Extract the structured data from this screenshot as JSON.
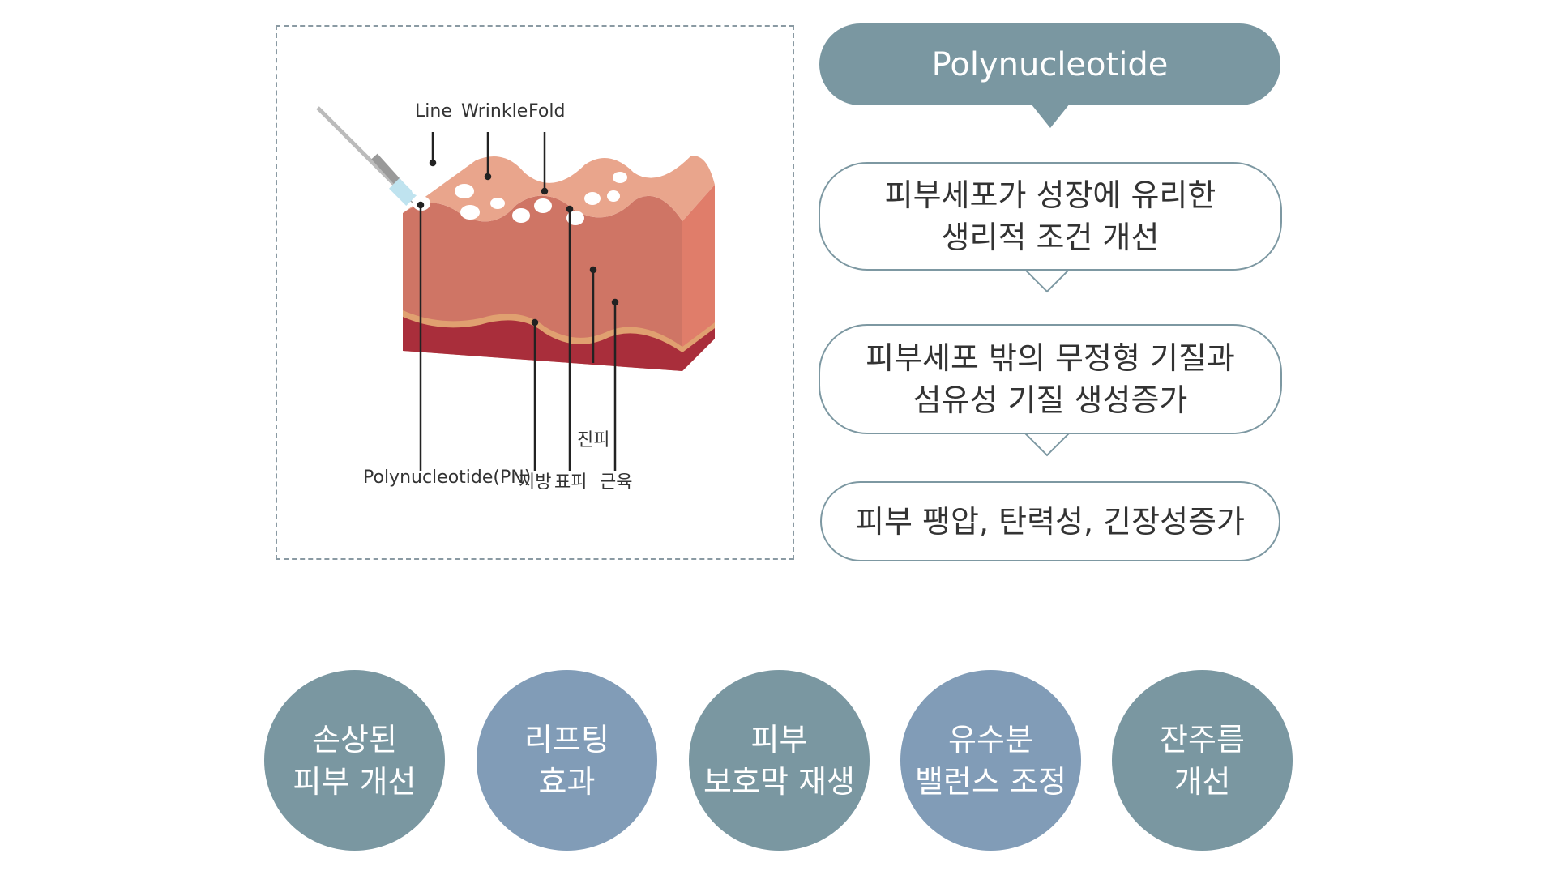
{
  "illustration": {
    "top_labels": [
      "Line",
      "Wrinkle",
      "Fold"
    ],
    "bottom_labels": {
      "pn": "Polynucleotide(PN)",
      "fat": "지방",
      "epidermis": "표피",
      "dermis": "진피",
      "muscle": "근육"
    }
  },
  "flow": {
    "title": "Polynucleotide",
    "steps": [
      {
        "line1": "피부세포가 성장에 유리한",
        "line2": "생리적 조건 개선"
      },
      {
        "line1": "피부세포 밖의 무정형 기질과",
        "line2": "섬유성 기질 생성증가"
      },
      {
        "line1": "피부 팽압, 탄력성, 긴장성증가"
      }
    ]
  },
  "benefits": [
    {
      "line1": "손상된",
      "line2": "피부 개선"
    },
    {
      "line1": "리프팅",
      "line2": "효과"
    },
    {
      "line1": "피부",
      "line2": "보호막 재생"
    },
    {
      "line1": "유수분",
      "line2": "밸런스 조정"
    },
    {
      "line1": "잔주름",
      "line2": "개선"
    }
  ],
  "colors": {
    "gray_teal": "#7a97a1",
    "blue": "#819cb7",
    "skin": "#d47a68"
  }
}
